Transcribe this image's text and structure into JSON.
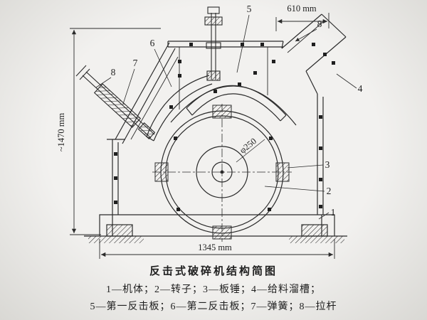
{
  "figure": {
    "caption": "反击式破碎机结构简图",
    "legend_line_1": "1—机体；2—转子；3—板锤；4—给料溜槽；",
    "legend_line_2": "5—第一反击板；6—第二反击板；7—弹簧；8—拉杆"
  },
  "dimensions": {
    "top_width": "610 mm",
    "left_height": "~1470 mm",
    "bottom_width": "1345 mm",
    "rotor_diameter": "φ250"
  },
  "callouts": {
    "body": "1",
    "rotor": "2",
    "blow_bar": "3",
    "feed_chute": "4",
    "first_impact_plate": "5",
    "second_impact_plate": "6",
    "spring": "7",
    "tie_rod_top": "8",
    "tie_rod_left": "8"
  }
}
